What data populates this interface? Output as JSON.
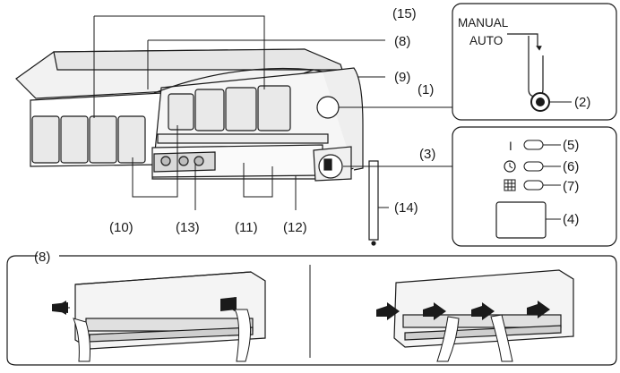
{
  "labels": {
    "c1": "(1)",
    "c2": "(2)",
    "c3": "(3)",
    "c4": "(4)",
    "c5": "(5)",
    "c6": "(6)",
    "c7": "(7)",
    "c8_top": "(8)",
    "c8_bottom": "(8)",
    "c9": "(9)",
    "c10": "(10)",
    "c11": "(11)",
    "c12": "(12)",
    "c13": "(13)",
    "c14": "(14)",
    "c15": "(15)"
  },
  "switch_panel": {
    "manual": "MANUAL",
    "auto": "AUTO"
  },
  "indicator_panel": {
    "power_symbol": "I",
    "timer_icon": "clock-icon",
    "filter_icon": "filter-grid-icon"
  },
  "colors": {
    "stroke": "#1a1a1a",
    "fill_light": "#f2f2f2",
    "fill_mid": "#d9d9d9",
    "fill_dark": "#9a9a9a"
  }
}
